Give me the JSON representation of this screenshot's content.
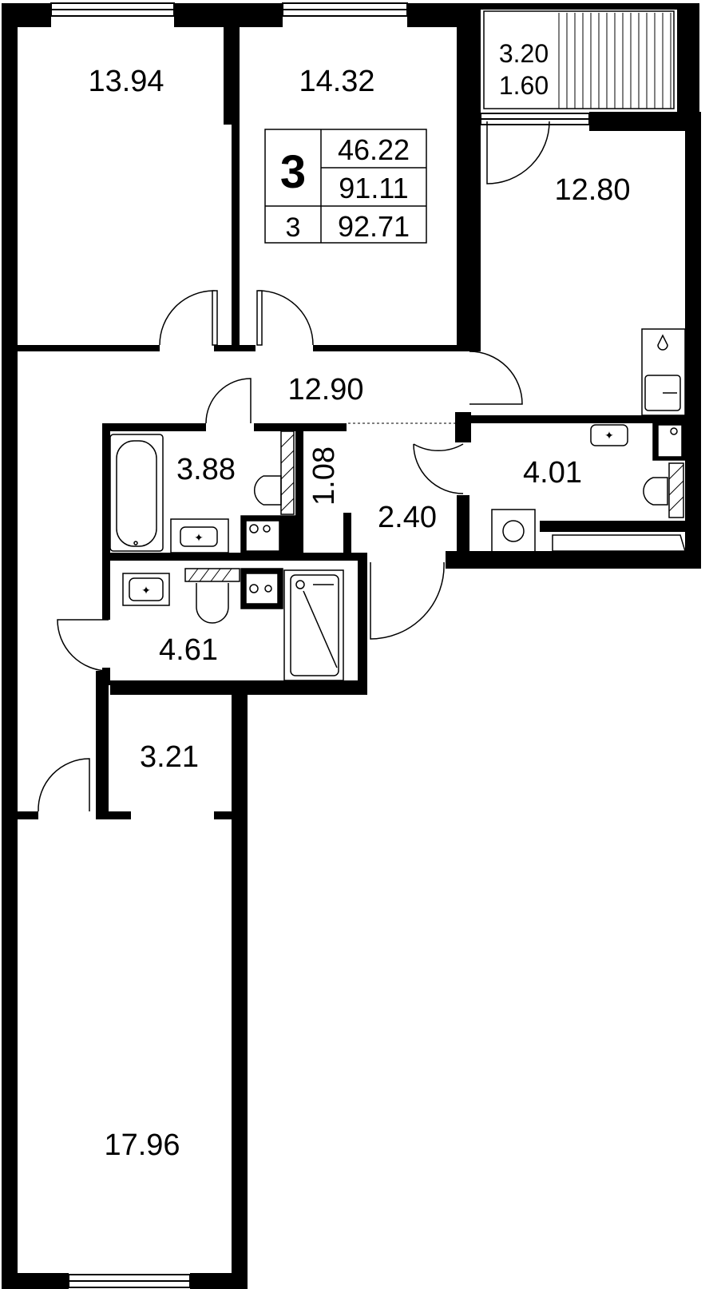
{
  "rooms": {
    "bedroom_top_left": "13.94",
    "bedroom_top_middle": "14.32",
    "balcony_area": "3.20",
    "balcony_coeff": "1.60",
    "kitchen": "12.80",
    "hallway": "12.90",
    "bathroom_left": "3.88",
    "storage": "1.08",
    "corridor": "2.40",
    "bathroom_right": "4.01",
    "toilet": "4.61",
    "closet": "3.21",
    "living_room": "17.96"
  },
  "summary": {
    "rooms_count_big": "3",
    "living_area": "46.22",
    "total_area": "91.11",
    "rooms_count_small": "3",
    "total_area_with_balcony": "92.71"
  }
}
